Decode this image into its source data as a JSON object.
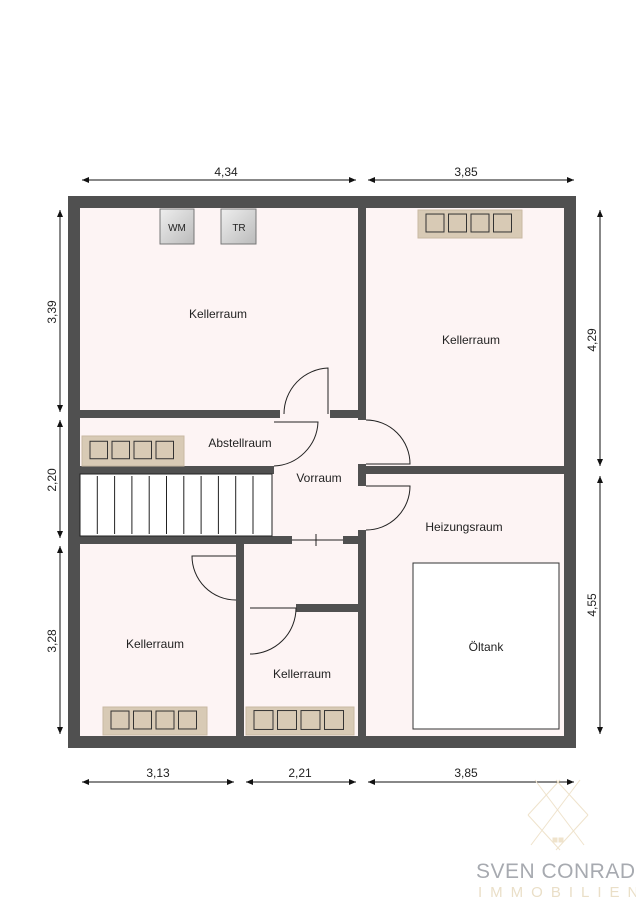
{
  "dimensions": {
    "top_left": "4,34",
    "top_right": "3,85",
    "left_top": "3,39",
    "left_middle": "2,20",
    "left_bottom": "3,28",
    "right_top": "4,29",
    "right_bottom": "4,55",
    "bottom_left": "3,13",
    "bottom_middle": "2,21",
    "bottom_right": "3,85"
  },
  "rooms": {
    "top_left": "Kellerraum",
    "top_right": "Kellerraum",
    "storage": "Abstellraum",
    "hall": "Vorraum",
    "heating": "Heizungsraum",
    "bottom_left": "Kellerraum",
    "bottom_middle": "Kellerraum",
    "tank": "Öltank"
  },
  "appliances": {
    "washer": "WM",
    "dryer": "TR"
  },
  "logo": {
    "line1": "SVEN CONRAD",
    "line2": "IMMOBILIEN"
  },
  "colors": {
    "wall": "#505050",
    "floor": "#fdf4f4",
    "radiator": "#d8cab5"
  }
}
